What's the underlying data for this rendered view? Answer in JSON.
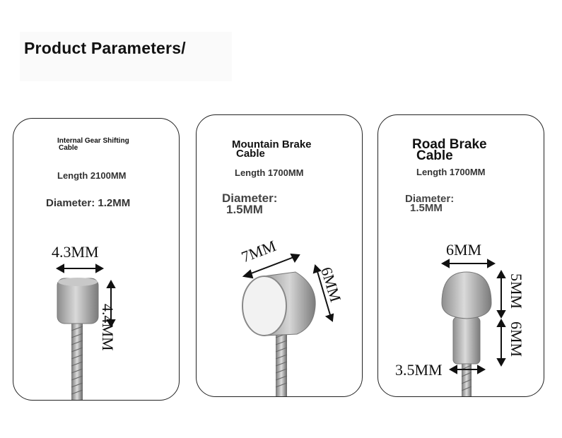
{
  "page": {
    "title": "Product Parameters/"
  },
  "cards": [
    {
      "name_line1": "Internal Gear Shifting",
      "name_line2": "Cable",
      "length": "Length 2100MM",
      "diameter": "Diameter: 1.2MM",
      "dim_top": "4.3MM",
      "dim_side": "4.4MM"
    },
    {
      "name_line1": "Mountain Brake",
      "name_line2": "Cable",
      "length": "Length 1700MM",
      "diameter_line1": "Diameter:",
      "diameter_line2": "1.5MM",
      "dim_top": "7MM",
      "dim_side": "6MM"
    },
    {
      "name_line1": "Road Brake",
      "name_line2": "Cable",
      "length": "Length 1700MM",
      "diameter_line1": "Diameter:",
      "diameter_line2": "1.5MM",
      "dim_top": "6MM",
      "dim_side_upper": "5MM",
      "dim_side_lower": "6MM",
      "dim_bottom": "3.5MM"
    }
  ],
  "colors": {
    "metal_light": "#e8e8e8",
    "metal_dark": "#8a8a8a",
    "outline": "#222222"
  }
}
